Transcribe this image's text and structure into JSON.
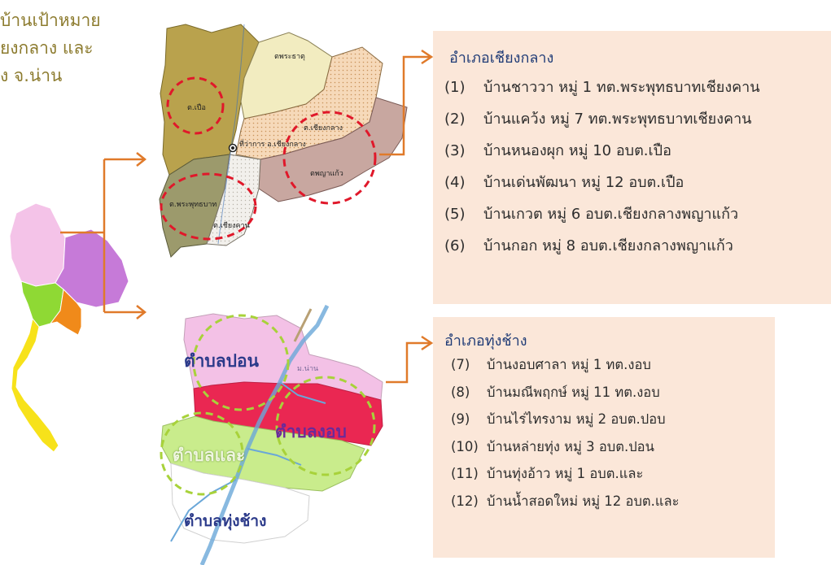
{
  "intro": {
    "line1": "บ้านเป้าหมาย",
    "line2": "ยงกลาง และ",
    "line3": "ง จ.น่าน"
  },
  "map_chiang_klang": {
    "labels": {
      "phra_that": "ตพระธาตุ",
      "puea": "ต.เปือ",
      "chiang_klang": "ต.เชียงกลาง",
      "district_office": "ที่ว่าการ อ.เชียงกลาง",
      "phaya_kaeo": "ตพญาแก้ว",
      "phra_phutthabat": "ต.พระพุทธบาท",
      "chiang_khan": "ต.เชียงคาน"
    }
  },
  "map_thung_chang": {
    "labels": {
      "pon": "ตำบลปอน",
      "ngop": "ตำบลงอบ",
      "lae": "ตำบลและ",
      "thung_chang": "ตำบลทุ่งช้าง",
      "river": "ม.น่าน"
    }
  },
  "chiang_klang_panel": {
    "heading": "อำเภอเชียงกลาง",
    "items": [
      {
        "num": "(1)",
        "text": "บ้านชาววา หมู่ 1 ทต.พระพุทธบาทเชียงคาน"
      },
      {
        "num": "(2)",
        "text": "บ้านแคว้ง หมู่ 7 ทต.พระพุทธบาทเชียงคาน"
      },
      {
        "num": "(3)",
        "text": "บ้านหนองผุก หมู่ 10 อบต.เปือ"
      },
      {
        "num": "(4)",
        "text": "บ้านเด่นพัฒนา หมู่ 12 อบต.เปือ"
      },
      {
        "num": "(5)",
        "text": "บ้านเกวต หมู่ 6 อบต.เชียงกลางพญาแก้ว"
      },
      {
        "num": "(6)",
        "text": "บ้านกอก หมู่ 8 อบต.เชียงกลางพญาแก้ว"
      }
    ]
  },
  "thung_chang_panel": {
    "heading": "อำเภอทุ่งช้าง",
    "items": [
      {
        "num": "(7)",
        "text": "บ้านงอบศาลา หมู่ 1 ทต.งอบ"
      },
      {
        "num": "(8)",
        "text": "บ้านมณีพฤกษ์ หมู่ 11 ทต.งอบ"
      },
      {
        "num": "(9)",
        "text": "บ้านไร่ไทรงาม หมู่ 2 อบต.ปอบ"
      },
      {
        "num": "(10)",
        "text": "บ้านหล่ายทุ่ง หมู่ 3 อบต.ปอน"
      },
      {
        "num": "(11)",
        "text": "บ้านทุ่งอ้าว หมู่ 1 อบต.และ"
      },
      {
        "num": "(12)",
        "text": "บ้านน้ำสอดใหม่ หมู่ 12 อบต.และ"
      }
    ]
  },
  "colors": {
    "arrow": "#e07a2a",
    "panel_bg": "#fbe7d9",
    "heading": "#1f3b76",
    "red_circle": "#e0182a",
    "green_circle": "#a8d23a"
  }
}
